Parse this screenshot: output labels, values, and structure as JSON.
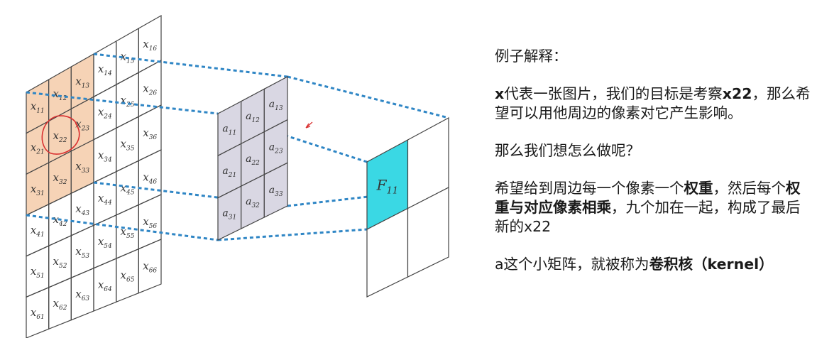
{
  "input_grid": {
    "rows": [
      [
        "x11",
        "x12",
        "x13",
        "x14",
        "x15",
        "x16"
      ],
      [
        "x21",
        "x22",
        "x23",
        "x24",
        "x25",
        "x26"
      ],
      [
        "x31",
        "x32",
        "x33",
        "x34",
        "x35",
        "x36"
      ],
      [
        "x41",
        "x42",
        "x43",
        "x44",
        "x45",
        "x46"
      ],
      [
        "x51",
        "x52",
        "x53",
        "x54",
        "x55",
        "x56"
      ],
      [
        "x61",
        "x62",
        "x63",
        "x64",
        "x65",
        "x66"
      ]
    ],
    "highlight_color": "#f6d3b6",
    "circled_cell": "x22"
  },
  "kernel": {
    "rows": [
      [
        "a11",
        "a12",
        "a13"
      ],
      [
        "a21",
        "a22",
        "a23"
      ],
      [
        "a31",
        "a32",
        "a33"
      ]
    ],
    "fill_color": "#d9d7e3"
  },
  "output": {
    "label": "F11",
    "fill_color": "#3ad8e4"
  },
  "colors": {
    "dashed_line": "#2f86c5",
    "circle": "#d93030",
    "cursor": "#d93030"
  },
  "explanation": {
    "heading": "例子解释：",
    "para1": [
      {
        "text": "x",
        "bold": true
      },
      {
        "text": "代表一张图片，我们的目标是考察",
        "bold": false
      },
      {
        "text": "x22",
        "bold": true
      },
      {
        "text": "，那么希望可以用他周边的像素对它产生影响。",
        "bold": false
      }
    ],
    "para2": "那么我们想怎么做呢？",
    "para3": [
      {
        "text": "希望给到周边每一个像素一个",
        "bold": false
      },
      {
        "text": "权重",
        "bold": true
      },
      {
        "text": "，然后每个",
        "bold": false
      },
      {
        "text": "权重与对应像素相乘",
        "bold": true
      },
      {
        "text": "，九个加在一起，构成了最后新的x22",
        "bold": false
      }
    ],
    "para4": [
      {
        "text": "a这个小矩阵，就被称为",
        "bold": false
      },
      {
        "text": "卷积核（kernel）",
        "bold": true
      }
    ]
  }
}
